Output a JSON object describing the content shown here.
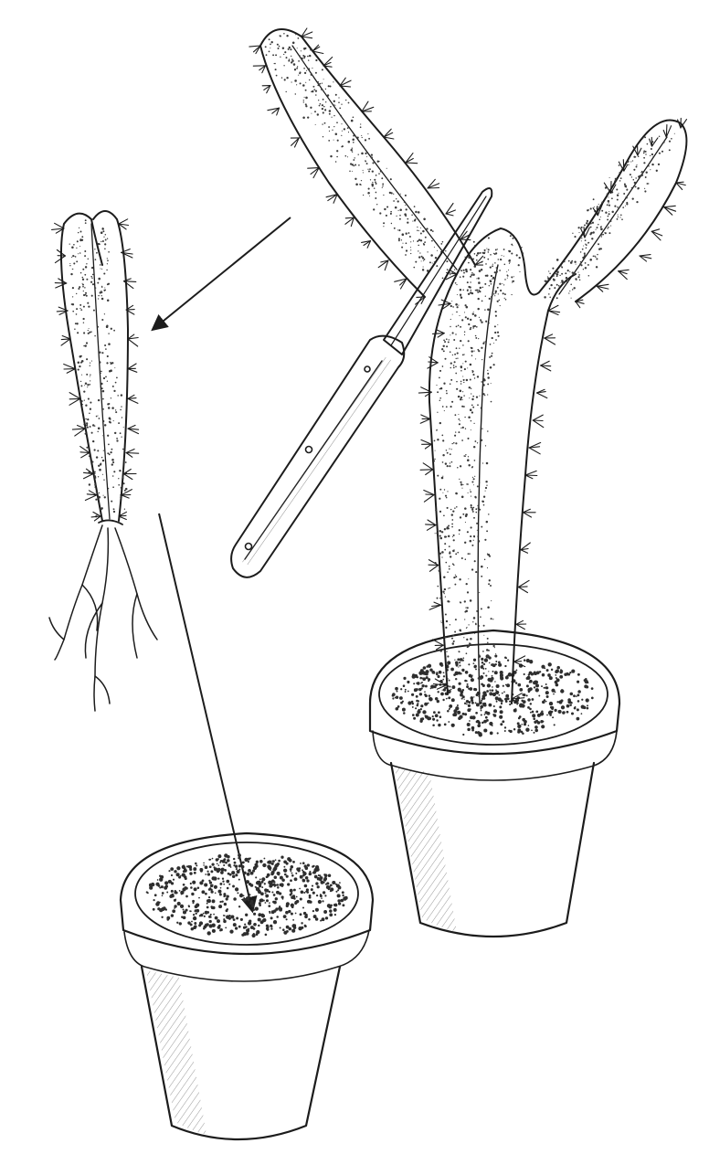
{
  "illustration": {
    "subject": "cactus-cutting-propagation",
    "steps": [
      "cut-branch-with-knife",
      "callused-cutting-with-roots",
      "plant-in-new-pot"
    ],
    "colors": {
      "ink": "#1c1c1c",
      "paper": "#ffffff",
      "stipple": "#3a3a3a"
    },
    "icons": [
      "knife-icon",
      "arrow-icon",
      "pot-icon",
      "cactus-icon"
    ]
  }
}
